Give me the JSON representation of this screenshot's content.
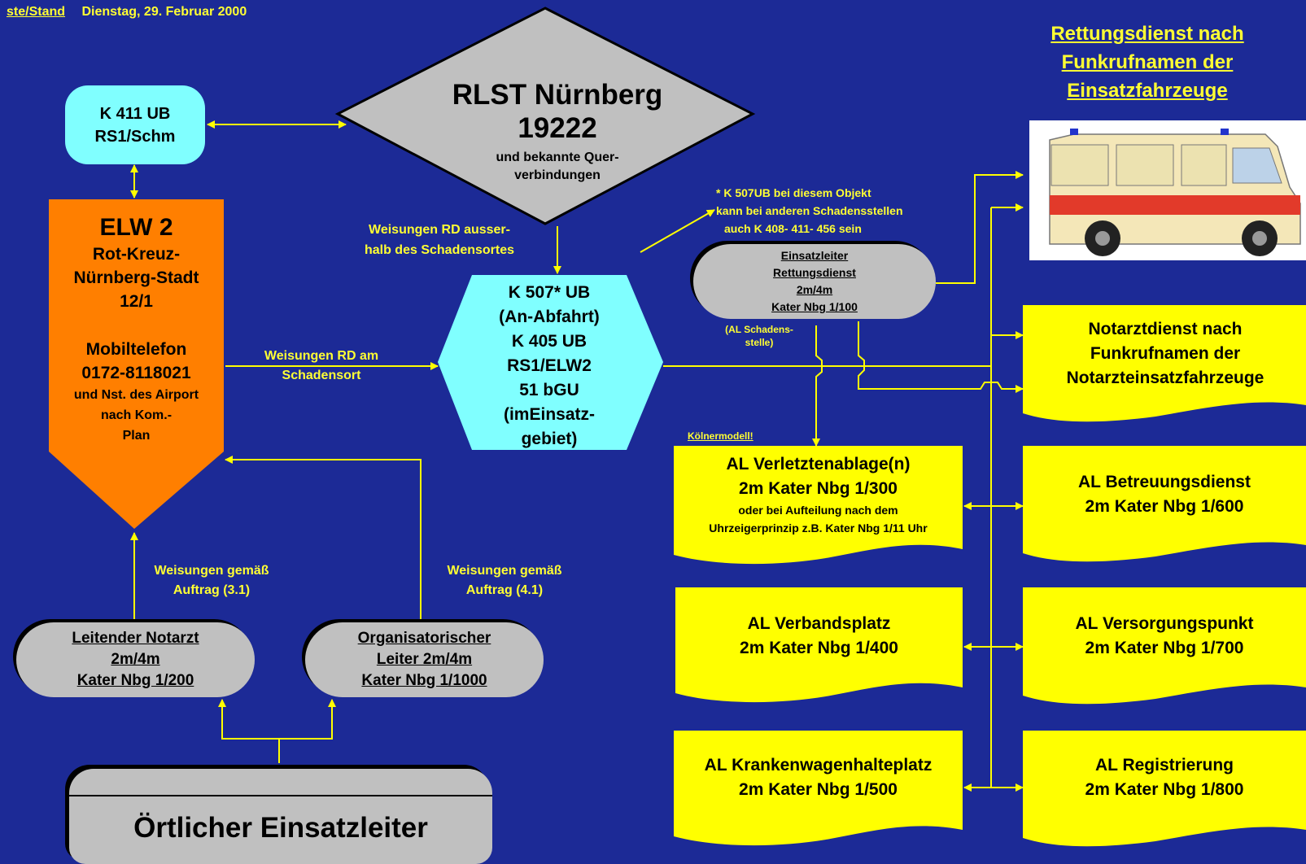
{
  "header": {
    "prefix": "ste/Stand",
    "date": "Dienstag, 29. Februar 2000"
  },
  "title": {
    "line1": "Rettungsdienst nach",
    "line2": "Funkrufnamen der",
    "line3": "Einsatzfahrzeuge"
  },
  "rlst": {
    "name": "RLST Nürnberg",
    "number": "19222",
    "sub1": "und bekannte Quer-",
    "sub2": "verbindungen"
  },
  "k411": {
    "line1": "K 411 UB",
    "line2": "RS1/Schm"
  },
  "elw": {
    "title": "ELW 2",
    "line1": "Rot-Kreuz-",
    "line2": "Nürnberg-Stadt",
    "line3": "12/1",
    "line4": "Mobiltelefon",
    "line5": "0172-8118021",
    "line6": "und Nst. des Airport",
    "line7": "nach Kom.-",
    "line8": "Plan"
  },
  "k507": {
    "line1": "K 507* UB",
    "line2": "(An-Abfahrt)",
    "line3": "K 405 UB",
    "line4": "RS1/ELW2",
    "line5": "51 bGU",
    "line6": "(imEinsatz-",
    "line7": "gebiet)"
  },
  "labels": {
    "weisungen_ausserhalb_1": "Weisungen RD ausser-",
    "weisungen_ausserhalb_2": "halb des Schadensortes",
    "weisungen_am_1": "Weisungen RD am",
    "weisungen_am_2": "Schadensort",
    "weisungen_31_1": "Weisungen gemäß",
    "weisungen_31_2": "Auftrag (3.1)",
    "weisungen_41_1": "Weisungen gemäß",
    "weisungen_41_2": "Auftrag (4.1)",
    "note_1": "* K 507UB bei diesem Objekt",
    "note_2": "kann bei anderen Schadensstellen",
    "note_3": "auch K 408- 411- 456 sein",
    "al_schaden_1": "(AL Schadens-",
    "al_schaden_2": "stelle)",
    "koelner": "Kölnermodell!"
  },
  "einsatzleiter_rd": {
    "line1": "Einsatzleiter",
    "line2": "Rettungsdienst",
    "line3": "2m/4m",
    "line4": "Kater Nbg 1/100"
  },
  "lna": {
    "line1": "Leitender Notarzt",
    "line2": "2m/4m",
    "line3": "Kater Nbg 1/200"
  },
  "orgl": {
    "line1": "Organisatorischer",
    "line2": "Leiter 2m/4m",
    "line3": "Kater Nbg 1/1000"
  },
  "oel": {
    "label": "Örtlicher Einsatzleiter"
  },
  "notarzt": {
    "line1": "Notarztdienst nach",
    "line2": "Funkrufnamen der",
    "line3": "Notarzteinsatzfahrzeuge"
  },
  "docs": {
    "verletzt": {
      "line1": "AL Verletztenablage(n)",
      "line2": "2m Kater Nbg 1/300",
      "line3": "oder bei Aufteilung nach dem",
      "line4": "Uhrzeigerprinzip z.B. Kater Nbg 1/11 Uhr"
    },
    "betreuung": {
      "line1": "AL Betreuungsdienst",
      "line2": "2m Kater Nbg 1/600"
    },
    "verbandsplatz": {
      "line1": "AL Verbandsplatz",
      "line2": "2m Kater Nbg 1/400"
    },
    "versorgung": {
      "line1": "AL Versorgungspunkt",
      "line2": "2m Kater Nbg 1/700"
    },
    "kwhp": {
      "line1": "AL Krankenwagenhalteplatz",
      "line2": "2m Kater Nbg 1/500"
    },
    "registrierung": {
      "line1": "AL Registrierung",
      "line2": "2m Kater Nbg 1/800"
    }
  },
  "colors": {
    "background": "#1c2a96",
    "text": "#ffff33",
    "cyan": "#80ffff",
    "orange": "#ff7f00",
    "grey": "#c0c0c0",
    "yellow": "#ffff00"
  }
}
